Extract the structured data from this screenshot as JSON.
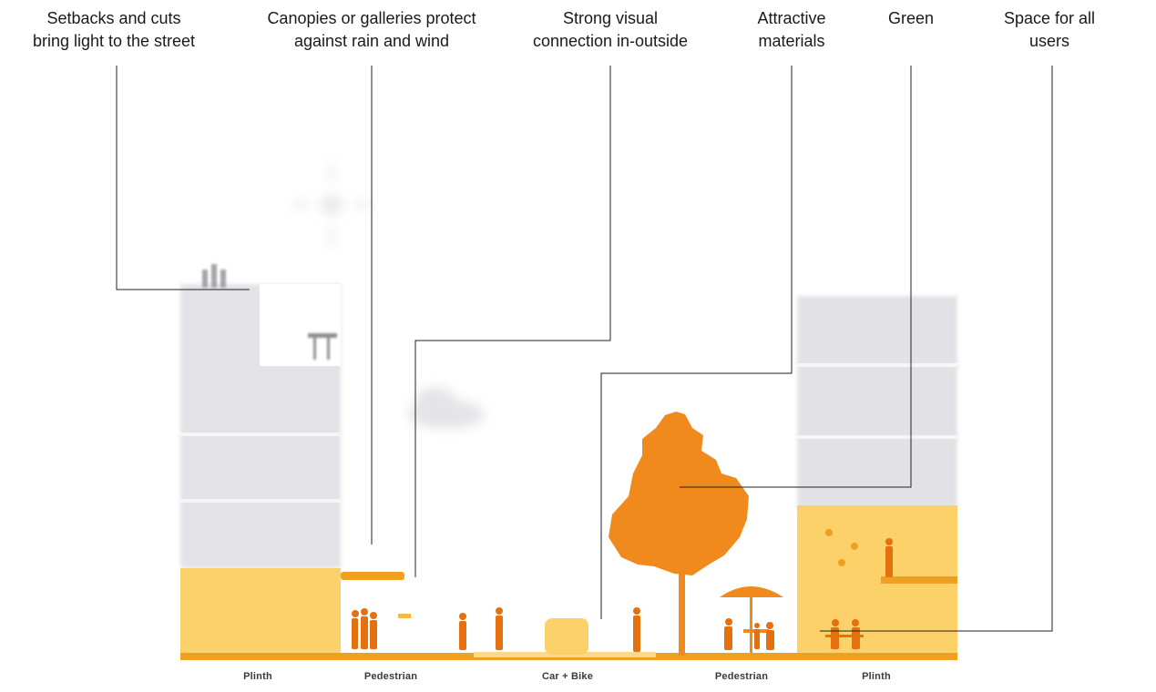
{
  "callouts": [
    {
      "text": "Setbacks and cuts\nbring light to the street"
    },
    {
      "text": "Canopies or galleries protect\nagainst rain and wind"
    },
    {
      "text": "Strong visual\nconnection in-outside"
    },
    {
      "text": "Attractive\nmaterials"
    },
    {
      "text": "Green"
    },
    {
      "text": "Space for all users"
    }
  ],
  "zones": [
    {
      "label": "Plinth"
    },
    {
      "label": "Pedestrian"
    },
    {
      "label": "Car + Bike"
    },
    {
      "label": "Pedestrian"
    },
    {
      "label": "Plinth"
    }
  ],
  "colors": {
    "accent_orange": "#f08a1c",
    "plinth_yellow": "#fcd16a",
    "building_grey": "#d9d9dd",
    "leader_line": "#222222"
  }
}
